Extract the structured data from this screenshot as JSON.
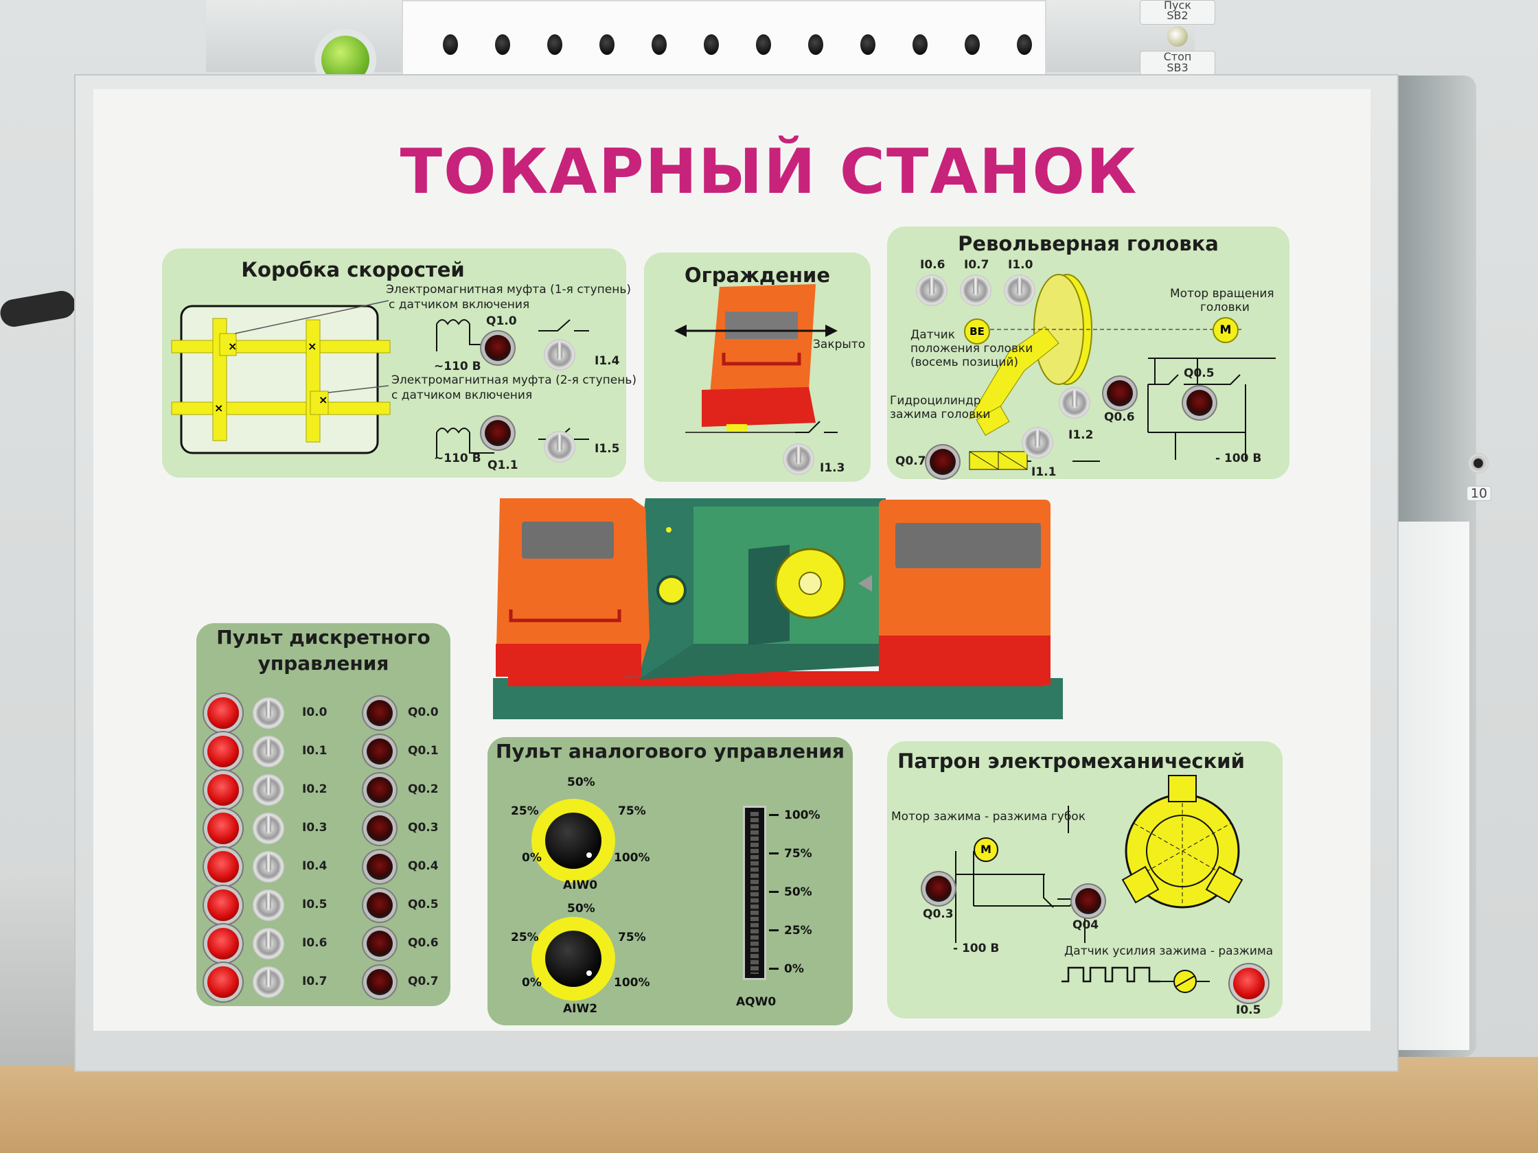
{
  "panel": {
    "title": "ТОКАРНЫЙ СТАНОК"
  },
  "top_unit": {
    "pusk_label": "Пуск",
    "pusk_code": "SB2",
    "stop_label": "Стоп",
    "stop_code": "SB3",
    "side_socket_label": "10"
  },
  "gearbox": {
    "title": "Коробка скоростей",
    "clutch1_desc_line1": "Электромагнитная муфта (1-я ступень)",
    "clutch1_desc_line2": "с датчиком включения",
    "clutch2_desc_line1": "Электромагнитная муфта (2-я ступень)",
    "clutch2_desc_line2": "с датчиком включения",
    "voltage1": "~110 В",
    "voltage2": "~110 В",
    "q10": "Q1.0",
    "q11": "Q1.1",
    "i14": "I1.4",
    "i15": "I1.5"
  },
  "guard": {
    "title": "Ограждение",
    "closed_label": "Закрыто",
    "i13": "I1.3"
  },
  "turret": {
    "title": "Револьверная головка",
    "i06": "I0.6",
    "i07": "I0.7",
    "i10": "I1.0",
    "sensor_line1": "Датчик",
    "sensor_line2": "положения головки",
    "sensor_line3": "(восемь позиций)",
    "be": "BE",
    "motor_line1": "Мотор вращения",
    "motor_line2": "головки",
    "motor_m": "M",
    "q05": "Q0.5",
    "q06": "Q0.6",
    "hydro_line1": "Гидроцилиндр",
    "hydro_line2": "зажима головки",
    "i12": "I1.2",
    "i11": "I1.1",
    "q07": "Q0.7",
    "voltage": "- 100 В"
  },
  "discrete": {
    "title_line1": "Пульт дискретного",
    "title_line2": "управления",
    "inputs": [
      "I0.0",
      "I0.1",
      "I0.2",
      "I0.3",
      "I0.4",
      "I0.5",
      "I0.6",
      "I0.7"
    ],
    "outputs": [
      "Q0.0",
      "Q0.1",
      "Q0.2",
      "Q0.3",
      "Q0.4",
      "Q0.5",
      "Q0.6",
      "Q0.7"
    ]
  },
  "analog": {
    "title": "Пульт аналогового управления",
    "knob1_label": "AIW0",
    "knob2_label": "AIW2",
    "scale": [
      "0%",
      "25%",
      "50%",
      "75%",
      "100%"
    ],
    "bar_label": "AQW0",
    "bar_scale": [
      "100%",
      "75%",
      "50%",
      "25%",
      "0%"
    ]
  },
  "chuck": {
    "title": "Патрон электромеханический",
    "motor_desc": "Мотор зажима - разжима губок",
    "motor_m": "M",
    "q03": "Q0.3",
    "q04": "Q04",
    "voltage": "- 100 В",
    "force_sensor": "Датчик усилия зажима - разжима",
    "i05": "I0.5"
  },
  "colors": {
    "title": "#c8237a",
    "light_green": "#cfe8bf",
    "dark_green": "#9fbd8f",
    "machine_orange": "#f26b22",
    "machine_red": "#e0241b",
    "machine_teal": "#2f7a63",
    "yellow": "#f2ef1c"
  }
}
